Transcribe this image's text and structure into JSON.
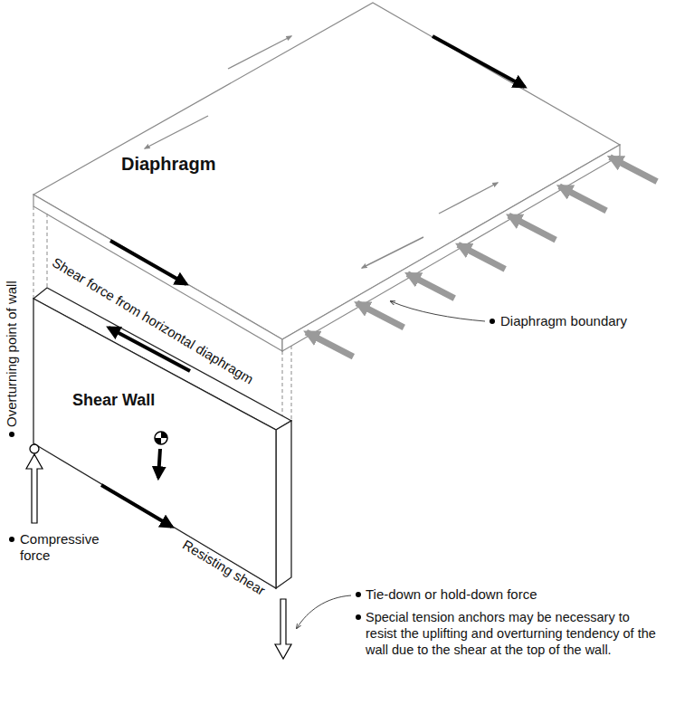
{
  "diagram": {
    "nodes": [
      {
        "text": [
          "Diaphragm"
        ]
      },
      {
        "text": [
          "Shear Wall"
        ]
      }
    ],
    "labels": [
      "Overturning point of wall",
      "Shear force from horizontal diaphragm",
      "Diaphragm boundary",
      "Compressive force",
      "Resisting shear",
      "Tie-down or hold-down force",
      "Special tension anchors may be necessary to resist the uplifting and overturning tendency of the wall due to the shear at the top of the wall."
    ]
  }
}
